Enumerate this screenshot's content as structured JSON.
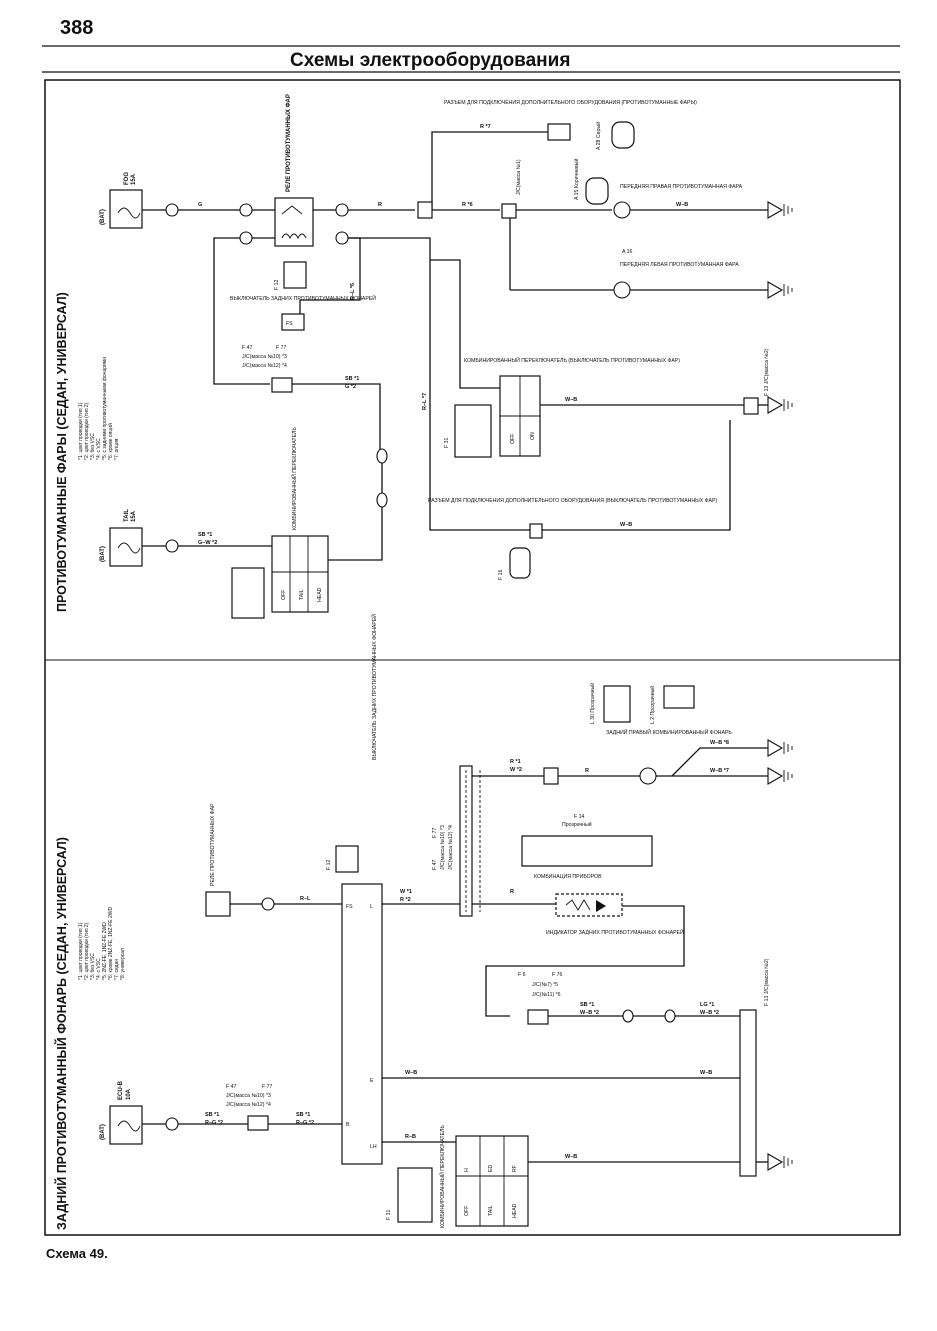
{
  "header": {
    "page_number": "388",
    "title": "Схемы электрооборудования"
  },
  "footer": {
    "caption": "Схема 49."
  },
  "top_section": {
    "title": "ПРОТИВОТУМАННЫЕ ФАРЫ (СЕДАН, УНИВЕРСАЛ)",
    "notes": [
      "*1: цвет проводки (тип 1)",
      "*2: цвет проводки (тип 2)",
      "*3: без VSC",
      "*4: с VSC",
      "*5: с задними противотуманными фонарями",
      "*6: кроме опций",
      "*7: опция"
    ],
    "fuse_fog": {
      "bat": "(BAT)",
      "name": "FOG",
      "rating": "15A"
    },
    "fuse_tail": {
      "bat": "(BAT)",
      "name": "TAIL",
      "rating": "15A"
    },
    "relay": "РЕЛЕ ПРОТИВОТУМАННЫХ ФАР",
    "rear_switch_connector": {
      "id": "F 12",
      "color": "Черный"
    },
    "rear_switch_label": "ВЫКЛЮЧАТЕЛЬ ЗАДНИХ ПРОТИВОТУМАННЫХ ФОНАРЕЙ",
    "rear_switch_pin": "FS",
    "aux_connector_top": "РАЗЪЕМ ДЛЯ ПОДКЛЮЧЕНИЯ ДОПОЛНИТЕЛЬНОГО ОБОРУДОВАНИЯ (ПРОТИВОТУМАННЫЕ ФАРЫ)",
    "jc_connectors": [
      "A 28 Серый",
      "A 15 Коричневый"
    ],
    "jc_mass_1": "J/C(масса №1)",
    "right_lamp": "ПЕРЕДНЯЯ ПРАВАЯ ПРОТИВОТУМАННАЯ ФАРА",
    "left_lamp_id": "A 16",
    "left_lamp": "ПЕРЕДНЯЯ ЛЕВАЯ ПРОТИВОТУМАННАЯ ФАРА",
    "jc_group": [
      "F 47",
      "F 77",
      "J/C(масса №10) *3",
      "J/C(масса №12) *4"
    ],
    "combo_switch": "КОМБИНИРОВАННЫЙ ПЕРЕКЛЮЧАТЕЛЬ (ВЫКЛЮЧАТЕЛЬ ПРОТИВОТУМАННЫХ ФАР)",
    "combo_switch_conn": {
      "id": "F 31",
      "color": "Черный"
    },
    "combo_switch_positions": [
      "OFF",
      "ON"
    ],
    "jc_mass_2": "F 13 J/C(масса №2)",
    "aux_connector_bottom": "РАЗЪЕМ ДЛЯ ПОДКЛЮЧЕНИЯ ДОПОЛНИТЕЛЬНОГО ОБОРУДОВАНИЯ (ВЫКЛЮЧАТЕЛЬ ПРОТИВОТУМАННЫХ ФАР)",
    "aux_connector_bottom_conn": {
      "id": "F 16",
      "color": "Прозрачный"
    },
    "light_switch": "КОМБИНИРОВАННЫЙ ПЕРЕКЛЮЧАТЕЛЬ",
    "light_switch_positions": [
      "OFF",
      "TAIL",
      "HEAD"
    ],
    "wires": [
      "G",
      "R",
      "R *7",
      "R *6",
      "R–L *6",
      "R–L *7",
      "W–B",
      "SB *1",
      "G *2",
      "G–W *2",
      "W–B"
    ]
  },
  "bottom_section": {
    "title": "ЗАДНИЙ ПРОТИВОТУМАННЫЙ ФОНАРЬ (СЕДАН, УНИВЕРСАЛ)",
    "notes": [
      "*1: цвет проводки (тип 1)",
      "*2: цвет проводки (тип 2)",
      "*3: без VSC",
      "*4: с VSC",
      "*5: 2NZ-FE, 1NZ-FE 2WD",
      "*6: кроме 2NZ-FE, 1NZ-FE 2WD",
      "*7: седан",
      "*8: универсал"
    ],
    "fuse": {
      "bat": "(BAT)",
      "name": "ECU-B",
      "rating": "10A"
    },
    "relay": "РЕЛЕ ПРОТИВОТУМАННЫХ ФАР",
    "rear_switch_conn": {
      "id": "F 12",
      "color": "Черный"
    },
    "rear_switch": "ВЫКЛЮЧАТЕЛЬ ЗАДНИХ ПРОТИВОТУМАННЫХ ФОНАРЕЙ",
    "switch_pins": [
      "FS",
      "L",
      "E",
      "B",
      "LH"
    ],
    "jc_group_a": [
      "F 47",
      "F 77",
      "J/C(масса №10) *3",
      "J/C(масса №12) *4"
    ],
    "jc_group_b": [
      "F 47",
      "F 77",
      "J/C(масса №10) *3",
      "J/C(масса №12) *4"
    ],
    "rear_lamp_conns": [
      "L 30 Прозрачный",
      "L 2 Прозрачный"
    ],
    "rear_lamp": "ЗАДНИЙ ПРАВЫЙ КОМБИНИРОВАННЫЙ ФОНАРЬ",
    "cluster_conn": {
      "id": "F 14",
      "color": "Прозрачный"
    },
    "cluster": "КОМБИНАЦИЯ ПРИБОРОВ",
    "indicator": "ИНДИКАТОР ЗАДНИХ ПРОТИВОТУМАННЫХ ФОНАРЕЙ",
    "jc_group_c": [
      "F 6",
      "F 76",
      "J/C(№7) *5",
      "J/C(№11) *6"
    ],
    "jc_mass_2": "F 13 J/C(масса №2)",
    "light_switch": "КОМБИНИРОВАННЫЙ ПЕРЕКЛЮЧАТЕЛЬ",
    "light_switch_conn": {
      "id": "F 31",
      "color": "Черный"
    },
    "light_switch_positions": [
      "OFF",
      "TAIL",
      "HEAD"
    ],
    "light_switch_cols": [
      "H",
      "ED",
      "RF"
    ],
    "wires": [
      "R–L",
      "W *1",
      "R *2",
      "R",
      "W–B *8",
      "W–B *7",
      "SB *1",
      "W–B *2",
      "LG *1",
      "W–B *2",
      "W–B",
      "R–B",
      "W–B",
      "SB *1",
      "R–G *2",
      "R *1",
      "W *2"
    ]
  }
}
